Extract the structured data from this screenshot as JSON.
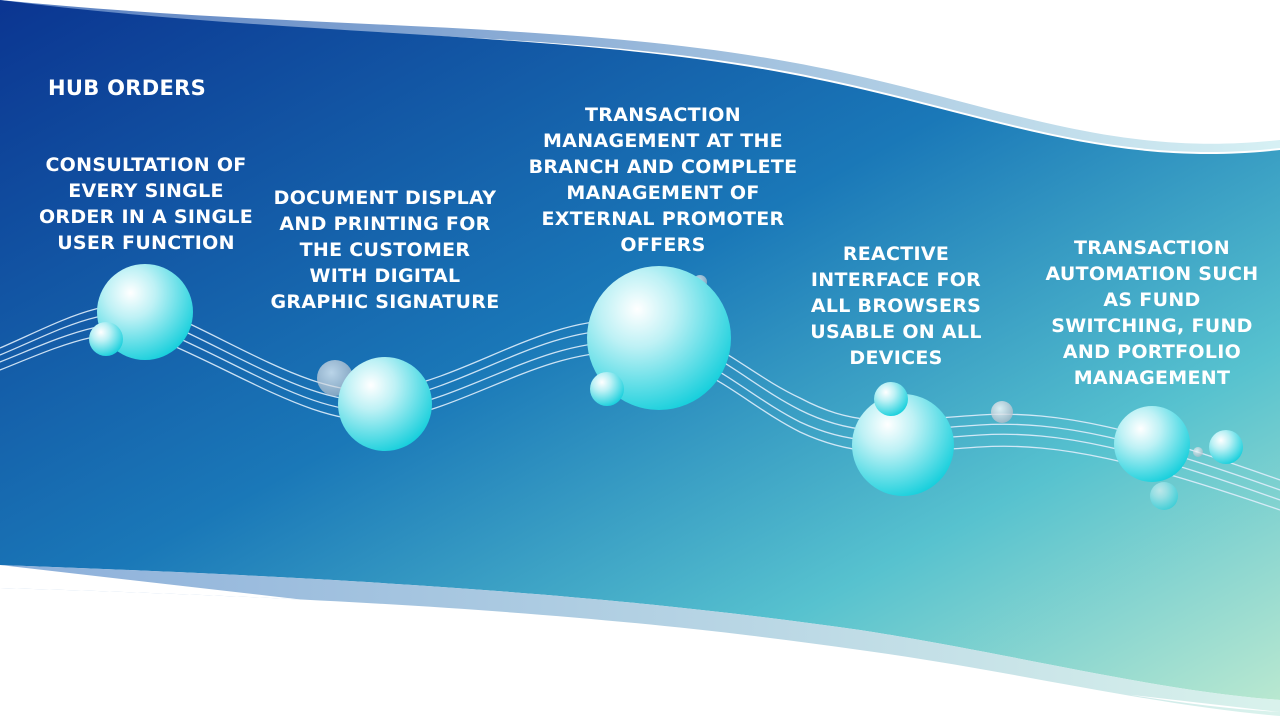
{
  "slide": {
    "title": "HUB ORDERS",
    "features": [
      "CONSULTATION OF EVERY SINGLE ORDER IN A SINGLE USER FUNCTION",
      "DOCUMENT DISPLAY AND PRINTING FOR THE CUSTOMER WITH DIGITAL GRAPHIC SIGNATURE",
      "TRANSACTION MANAGEMENT AT THE BRANCH AND COMPLETE MANAGEMENT OF EXTERNAL PROMOTER OFFERS",
      "REACTIVE INTERFACE FOR ALL BROWSERS USABLE ON ALL DEVICES",
      "TRANSACTION AUTOMATION SUCH AS FUND SWITCHING, FUND AND PORTFOLIO MANAGEMENT"
    ]
  },
  "colors": {
    "band_dark": "#0b3591",
    "band_mid": "#1a78b8",
    "band_light": "#b9e8d0",
    "bubble": "#1ed2de",
    "text": "#ffffff"
  }
}
